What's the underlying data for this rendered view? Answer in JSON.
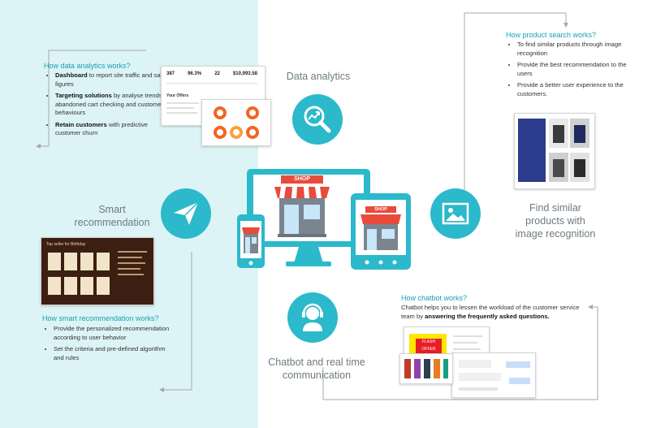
{
  "data_analytics": {
    "label": "Data analytics",
    "icon": "search-chart-icon",
    "heading": "How data analytics works?",
    "bullets": [
      {
        "bold": "Dashboard",
        "text": " to report site traffic and sales figures"
      },
      {
        "bold": "Targeting solutions",
        "text": " by analyse trends, abandoned cart checking and customer behaviours"
      },
      {
        "bold": "Retain customers",
        "text": " with predictive customer churn"
      }
    ],
    "thumb": {
      "stats": [
        "387",
        "96.3%",
        "22",
        "$10,993.58"
      ],
      "offers_title": "Your Offers"
    }
  },
  "product_search": {
    "label_lines": [
      "Find similar",
      "products with",
      "image recognition"
    ],
    "icon": "image-icon",
    "heading": "How product search works?",
    "bullets": [
      "To find similar products through image recognition",
      "Provide the best recommendation to the users",
      "Provide a better user experience to the customers."
    ]
  },
  "smart_recommendation": {
    "label_lines": [
      "Smart",
      "recommendation"
    ],
    "icon": "paper-plane-icon",
    "heading": "How smart recommendation works?",
    "bullets": [
      "Provide the personalized recommendation according to user behavior",
      "Set the criteria and pre-defined algorithm and rules"
    ],
    "thumb": {
      "title": "Top seller for Birthday"
    }
  },
  "chatbot": {
    "label_lines": [
      "Chatbot and real time",
      "communication"
    ],
    "icon": "headset-agent-icon",
    "heading": "How chatbot works?",
    "text_before": "Chatbot helps you to lessen the workload of the customer service team by ",
    "text_bold": "answering the frequently asked questions.",
    "thumb": {
      "banner": "FLASH OFFER"
    }
  },
  "center": {
    "shop_sign": "SHOP"
  },
  "colors": {
    "accent": "#2bb9cb",
    "left_bg": "#dcf4f6",
    "heading": "#1aa0b0",
    "label": "#6f7a80",
    "connector": "#a6a6a6"
  }
}
